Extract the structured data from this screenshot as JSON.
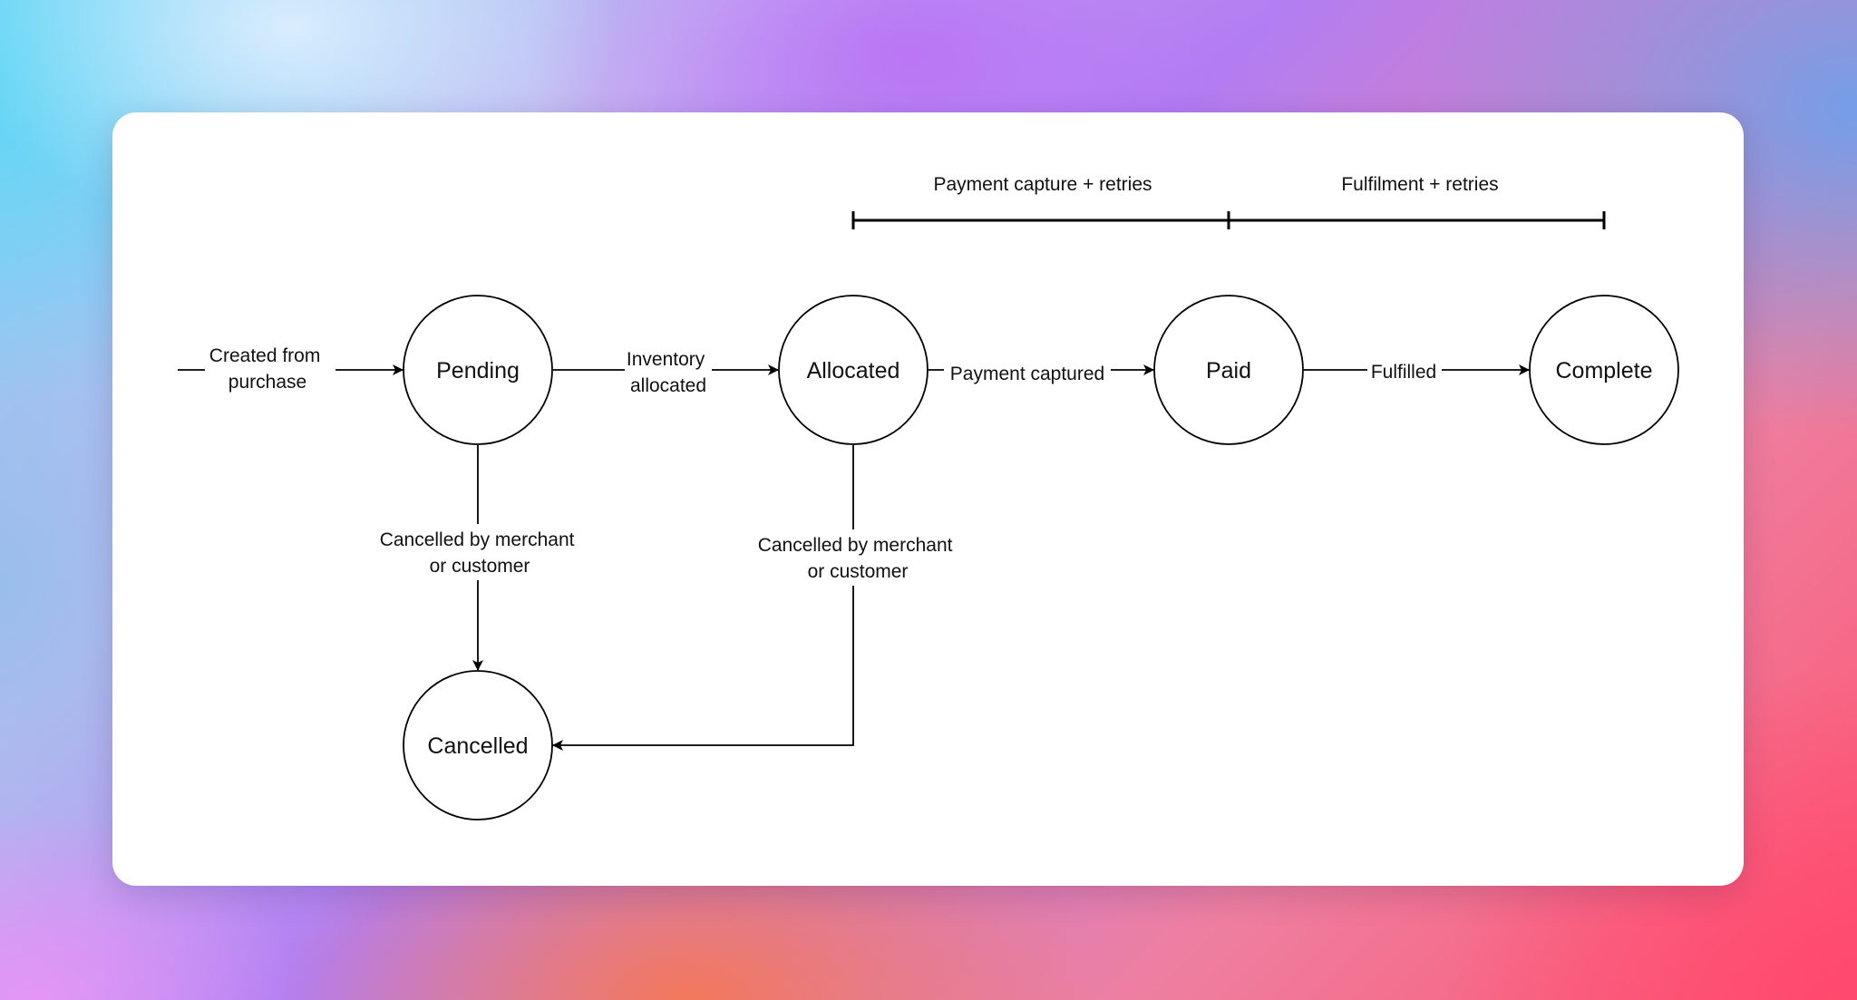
{
  "states": {
    "pending": "Pending",
    "allocated": "Allocated",
    "paid": "Paid",
    "complete": "Complete",
    "cancelled": "Cancelled"
  },
  "transitions": {
    "created": [
      "Created from",
      "purchase"
    ],
    "inventory_allocated": [
      "Inventory",
      "allocated"
    ],
    "payment_captured": "Payment captured",
    "fulfilled": "Fulfilled",
    "cancel_from_pending": [
      "Cancelled by merchant",
      "or customer"
    ],
    "cancel_from_allocated": [
      "Cancelled by merchant",
      "or customer"
    ]
  },
  "phases": {
    "payment": "Payment capture + retries",
    "fulfilment": "Fulfilment + retries"
  },
  "colors": {
    "stroke": "#000000",
    "card": "#ffffff"
  }
}
